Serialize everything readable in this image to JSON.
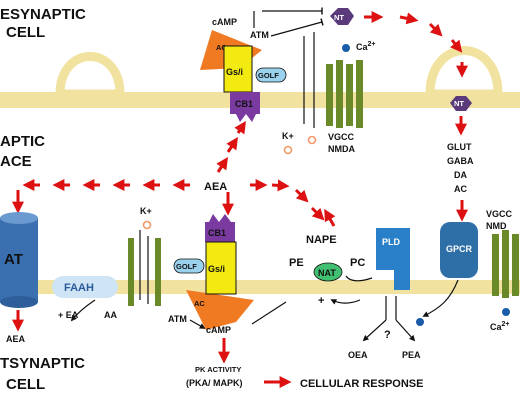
{
  "regions": {
    "presynaptic_line1": "ESYNAPTIC",
    "presynaptic_line2": "CELL",
    "synaptic_line1": "APTIC",
    "synaptic_line2": "ACE",
    "postsynaptic_line1": "TSYNAPTIC",
    "postsynaptic_line2": "CELL"
  },
  "presynaptic": {
    "camp": "cAMP",
    "atm": "ATM",
    "nt": "NT",
    "ca": "Ca",
    "ca_charge": "2+",
    "ac": "AC",
    "gsi": "Gs/i",
    "golf": "GOLF",
    "cb1": "CB1",
    "k": "K+",
    "vgcc": "VGCC",
    "nmda": "NMDA",
    "released_nt": "NT",
    "transmitters": [
      "GLUT",
      "GABA",
      "DA",
      "AC"
    ]
  },
  "postsynaptic": {
    "aea_center": "AEA",
    "k": "K+",
    "at": "AT",
    "faah": "FAAH",
    "aea_out": "AEA",
    "plus_ea": "+ EA",
    "aa": "AA",
    "cb1": "CB1",
    "golf": "GOLF",
    "gsi": "Gs/i",
    "ac": "AC",
    "atm": "ATM",
    "camp": "cAMP",
    "pk_line1": "PK ACTIVITY",
    "pk_line2": "(PKA/ MAPK)",
    "cellular_response": "CELLULAR RESPONSE",
    "nape": "NAPE",
    "pe": "PE",
    "nat": "NAT",
    "pc": "PC",
    "pld": "PLD",
    "plus": "+",
    "question": "?",
    "oea": "OEA",
    "pea": "PEA",
    "gpcr": "GPCR",
    "vgcc": "VGCC",
    "nmda": "NMD",
    "ca": "Ca",
    "ca_charge": "2+"
  },
  "colors": {
    "membrane": "#f2e2a0",
    "arrow": "#dd1111",
    "cb1": "#7a3aa0",
    "gsi": "#f2ea10",
    "ac": "#f07a22",
    "golf": "#9ad2ee",
    "nt": "#5a3a7a",
    "channel": "#6a8a2a",
    "at": "#3a6fb0",
    "faah": "#cfe5f5",
    "nat": "#40c070",
    "pld": "#2a80c8",
    "gpcr": "#2f6fa8",
    "ion": "#1a5aa8",
    "k_ion": "#f09a6a"
  }
}
